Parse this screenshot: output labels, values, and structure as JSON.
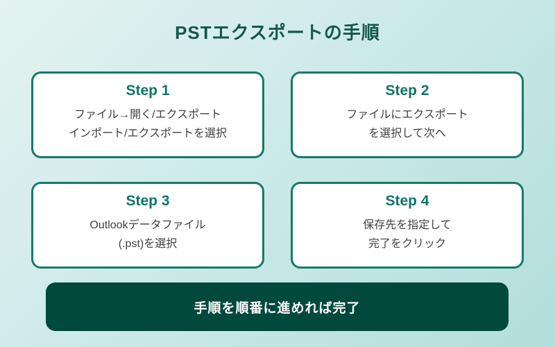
{
  "title": "PSTエクスポートの手順",
  "steps": [
    {
      "title": "Step 1",
      "line1": "ファイル→開く/エクスポート",
      "line2": "インポート/エクスポートを選択"
    },
    {
      "title": "Step 2",
      "line1": "ファイルにエクスポート",
      "line2": "を選択して次へ"
    },
    {
      "title": "Step 3",
      "line1": "Outlookデータファイル",
      "line2": "(.pst)を選択"
    },
    {
      "title": "Step 4",
      "line1": "保存先を指定して",
      "line2": "完了をクリック"
    }
  ],
  "footer": {
    "label": "手順を順番に進めれば完了"
  },
  "colors": {
    "background_top_left": "#e4f3f1",
    "background_bottom_right": "#b2dedb",
    "card_background": "#ffffff",
    "card_border": "#17796a",
    "step_title": "#0e7566",
    "page_title": "#14584a",
    "body_text": "#3f3f3f",
    "footer_background": "#02493d",
    "footer_text": "#ffffff"
  }
}
